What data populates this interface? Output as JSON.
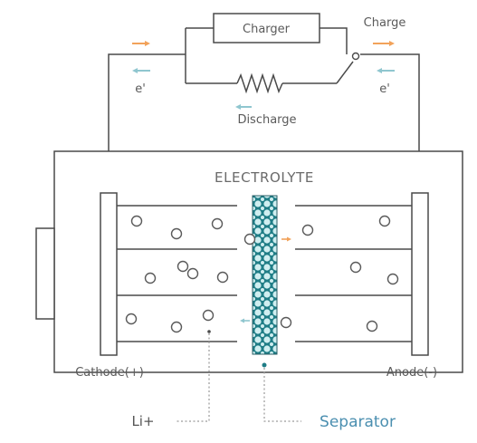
{
  "labels": {
    "charger": "Charger",
    "charge": "Charge",
    "discharge": "Discharge",
    "electron_left": "e'",
    "electron_right": "e'",
    "electrolyte": "ELECTROLYTE",
    "cathode": "Cathode(+)",
    "anode": "Anode(-)",
    "li_ion": "Li+",
    "separator": "Separator"
  },
  "colors": {
    "line": "#4a4a4a",
    "charge_arrow": "#f2a25a",
    "discharge_arrow": "#8fc6cf",
    "separator_fill": "#1f7d86",
    "separator_text": "#4b8fb0"
  }
}
